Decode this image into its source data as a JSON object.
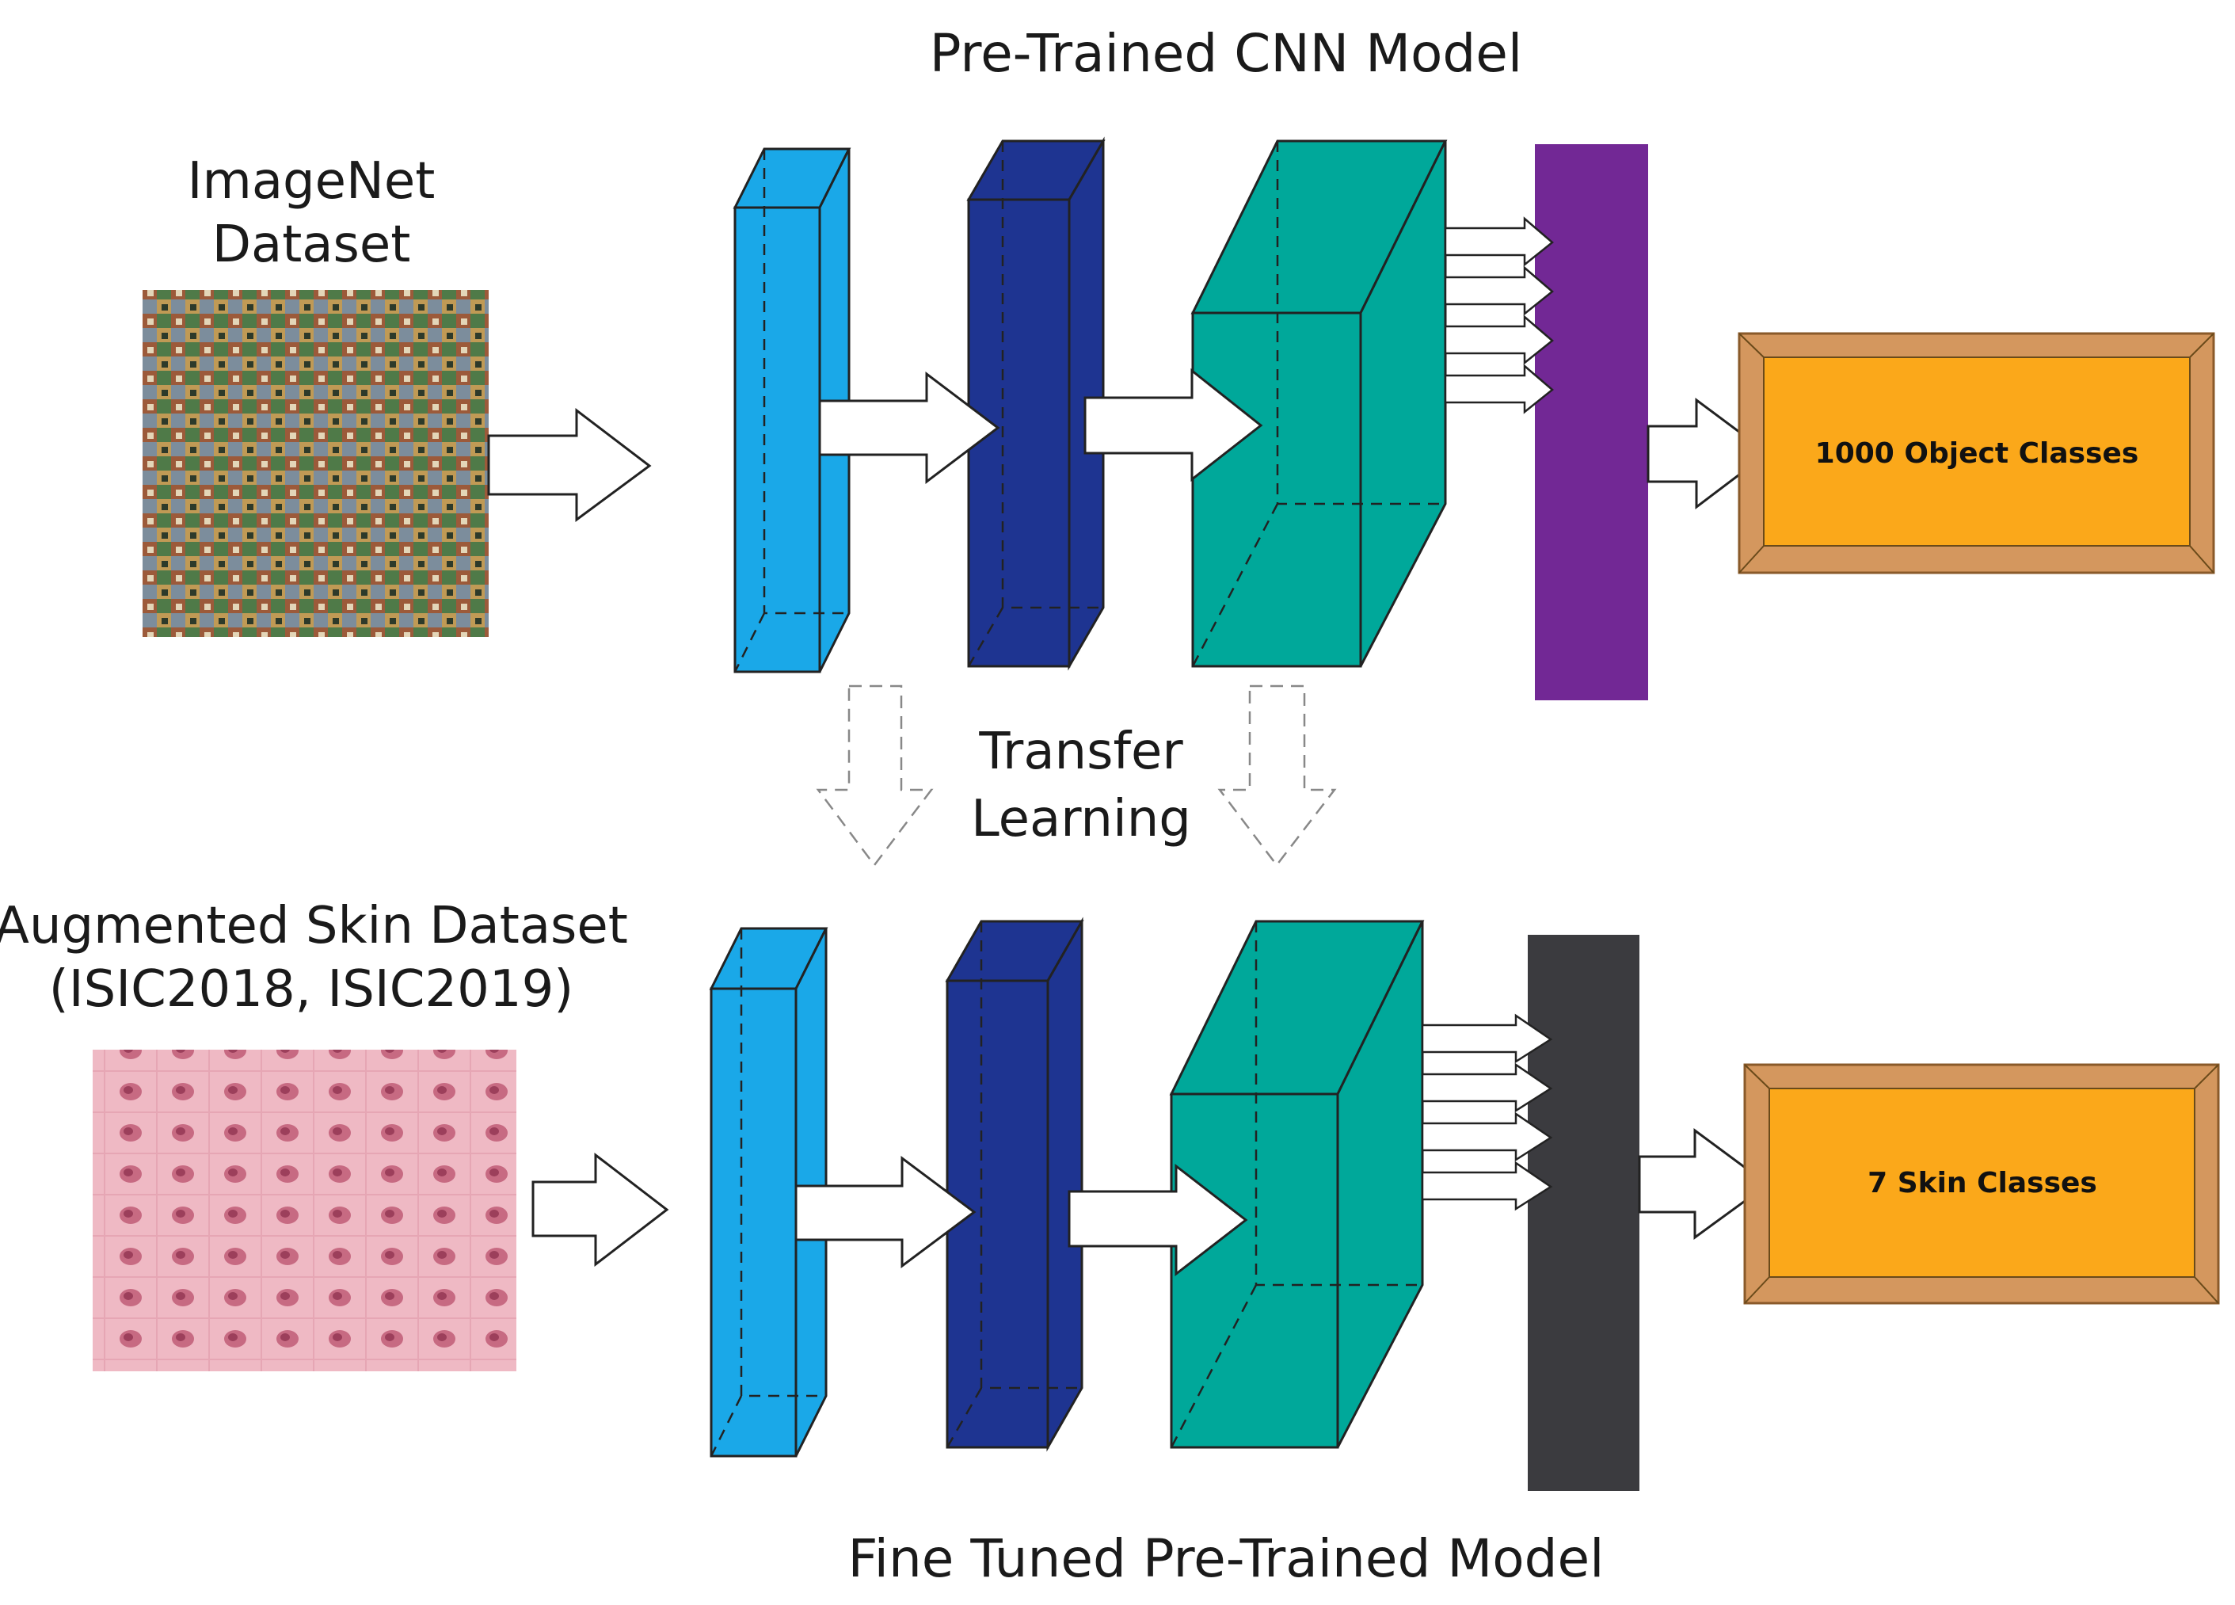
{
  "top_title": "Pre-Trained CNN Model",
  "bottom_title": "Fine Tuned Pre-Trained Model",
  "imagenet_label": [
    "ImageNet",
    "Dataset"
  ],
  "skin_label": [
    "Augmented Skin Dataset",
    "(ISIC2018, ISIC2019)"
  ],
  "transfer_label": [
    "Transfer",
    "Learning"
  ],
  "top_output": "1000 Object Classes",
  "bottom_output": "7 Skin Classes",
  "colors": {
    "layer1": "#1aa8e8",
    "layer2": "#1e3491",
    "layer3": "#00a89a",
    "top_dense": "#722895",
    "bottom_dense": "#3b3b3f",
    "output_fill": "#fba81a",
    "output_frame": "#d4975e"
  }
}
